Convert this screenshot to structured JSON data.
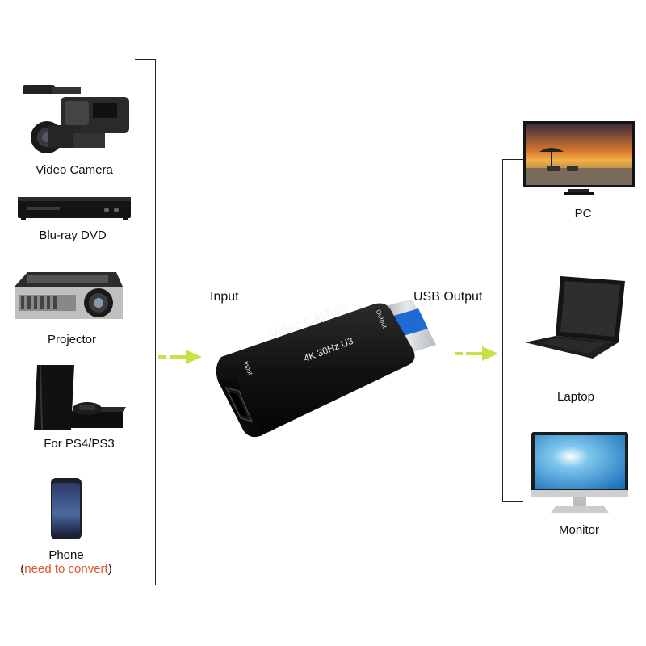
{
  "sources": [
    {
      "label": "Video Camera"
    },
    {
      "label": "Blu-ray DVD"
    },
    {
      "label": "Projector"
    },
    {
      "label": "For PS4/PS3"
    },
    {
      "label": "Phone",
      "note_open": "(",
      "note": "need to convert",
      "note_close": ")"
    }
  ],
  "input_label": "Input",
  "output_label": "USB Output",
  "device": {
    "title": "Video Capture",
    "subtitle": "4K 30Hz U3",
    "port_in": "Input",
    "port_out": "Output"
  },
  "targets": [
    {
      "label": "PC"
    },
    {
      "label": "Laptop"
    },
    {
      "label": "Monitor"
    }
  ],
  "colors": {
    "arrow": "#c8e14a",
    "note": "#e0552b",
    "device_body": "#151515"
  },
  "icons": [
    "video-camera-icon",
    "dvd-player-icon",
    "projector-icon",
    "game-console-icon",
    "phone-icon",
    "capture-card-icon",
    "pc-icon",
    "laptop-icon",
    "monitor-icon"
  ]
}
